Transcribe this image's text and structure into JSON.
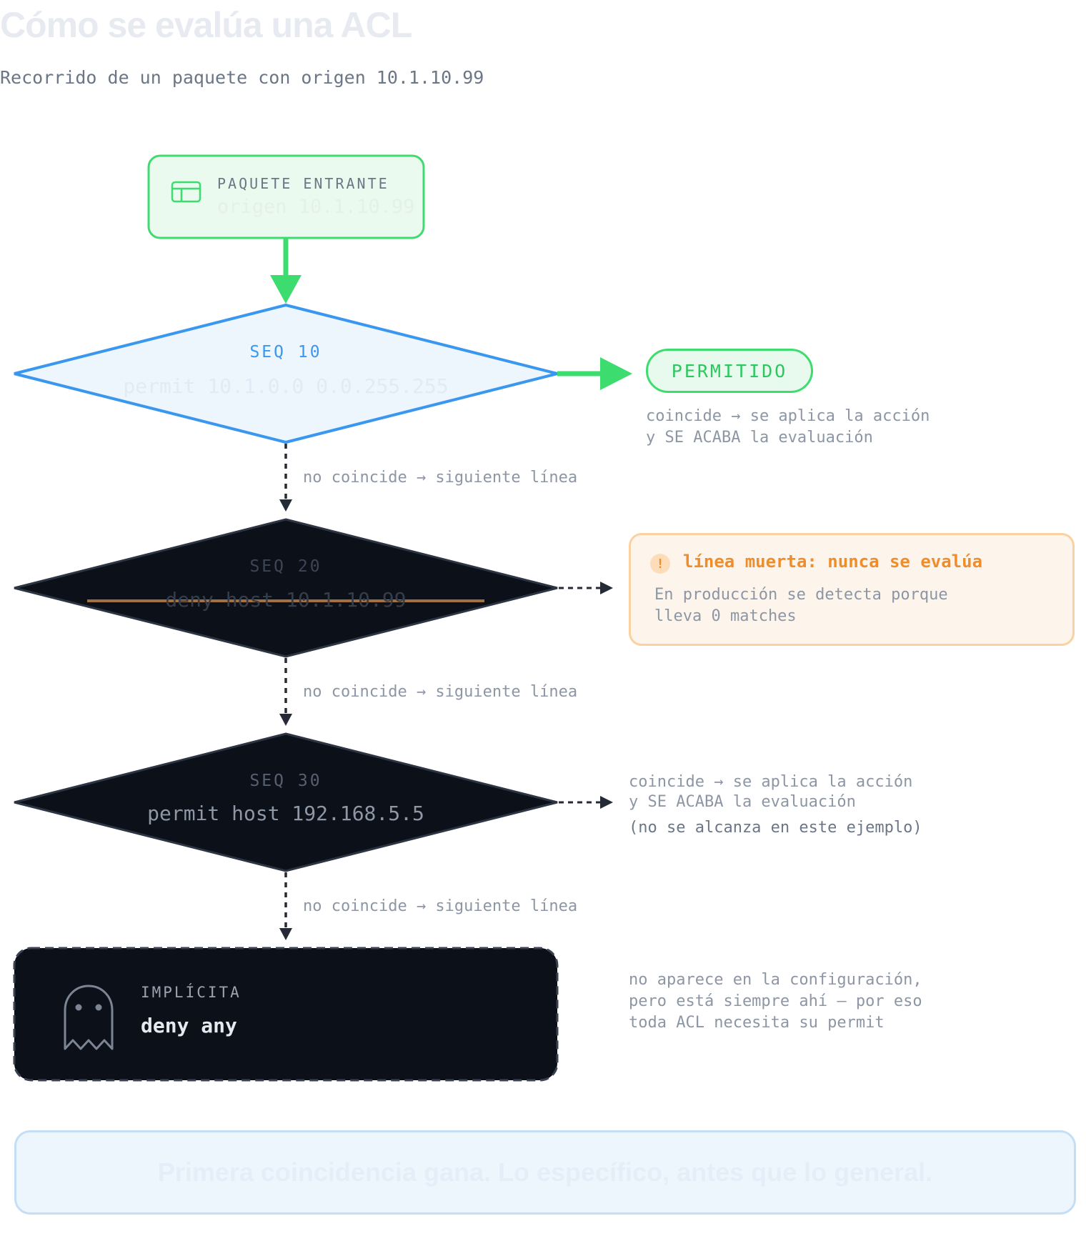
{
  "title": "Cómo se evalúa una ACL",
  "subtitle": "Recorrido de un paquete con origen 10.1.10.99",
  "packet": {
    "label": "PAQUETE ENTRANTE",
    "value": "origen 10.1.10.99"
  },
  "rules": [
    {
      "seq": "SEQ 10",
      "text": "permit 10.1.0.0 0.0.255.255",
      "state": "match"
    },
    {
      "seq": "SEQ 20",
      "text": "deny host 10.1.10.99",
      "state": "dead"
    },
    {
      "seq": "SEQ 30",
      "text": "permit host 192.168.5.5",
      "state": "unreached"
    }
  ],
  "edge_label": "no coincide → siguiente línea",
  "permitido": {
    "label": "PERMITIDO",
    "note_line1": "coincide → se aplica la acción",
    "note_line2": "y SE ACABA la evaluación"
  },
  "warning": {
    "icon": "!",
    "title": "línea muerta: nunca se evalúa",
    "line1": "En producción se detecta porque",
    "line2": "lleva 0 matches"
  },
  "seq30_note": {
    "line1": "coincide → se aplica la acción",
    "line2": "y SE ACABA la evaluación",
    "line3": "(no se alcanza en este ejemplo)"
  },
  "implicit": {
    "label": "IMPLÍCITA",
    "value": "deny any",
    "note_line1": "no aparece en la configuración,",
    "note_line2": "pero está siempre ahí — por eso",
    "note_line3": "toda ACL necesita su permit"
  },
  "footer": "Primera coincidencia gana. Lo específico, antes que lo general.",
  "colors": {
    "green": "#3ddc6f",
    "blue": "#3a97f0",
    "orange": "#ef8d2b",
    "dark": "#0c1119",
    "muted": "#8d96a4"
  },
  "icons": [
    "packet-icon",
    "warning-icon",
    "ghost-icon"
  ]
}
